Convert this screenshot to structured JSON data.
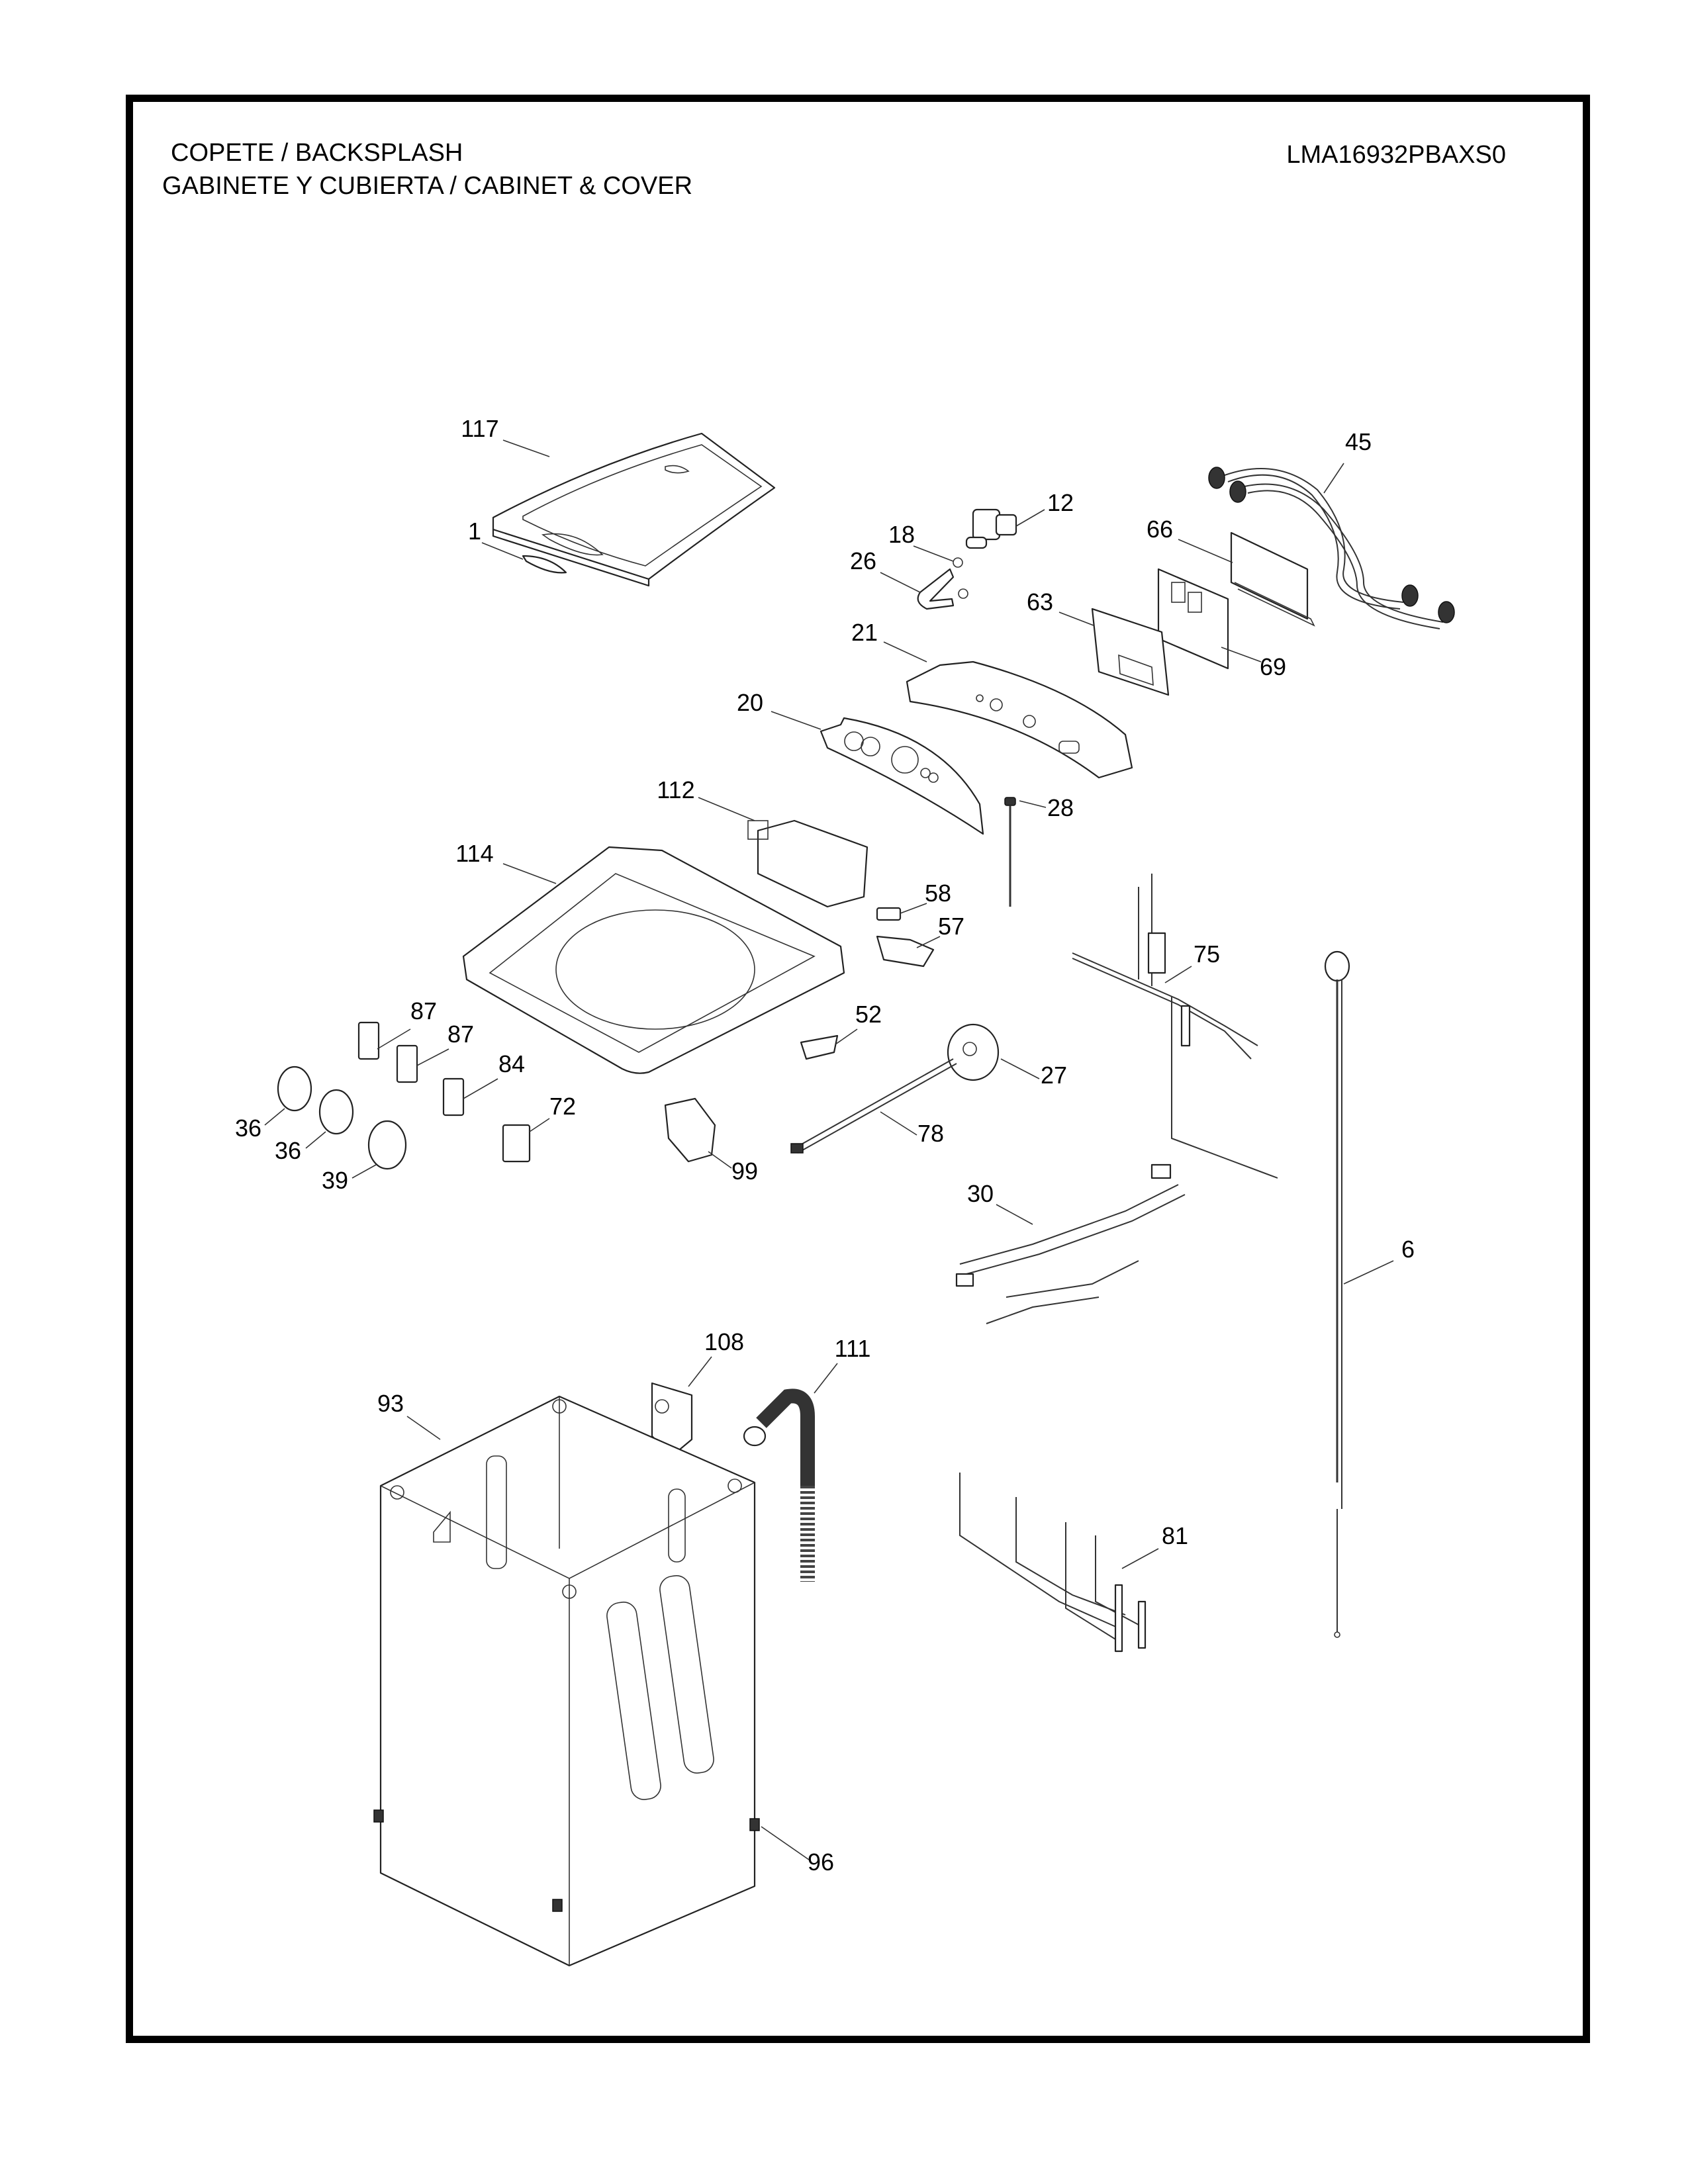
{
  "header": {
    "title_line1": "COPETE / BACKSPLASH",
    "title_line2": "GABINETE Y CUBIERTA / CABINET & COVER",
    "model_number": "LMA16932PBAXS0"
  },
  "callouts": [
    {
      "id": "c117",
      "label": "117",
      "part": "lid"
    },
    {
      "id": "c1",
      "label": "1",
      "part": "lid-badge"
    },
    {
      "id": "c45",
      "label": "45",
      "part": "inlet-hoses"
    },
    {
      "id": "c12",
      "label": "12",
      "part": "water-valve"
    },
    {
      "id": "c18",
      "label": "18",
      "part": "hose-clamp"
    },
    {
      "id": "c26",
      "label": "26",
      "part": "valve-hose"
    },
    {
      "id": "c66",
      "label": "66",
      "part": "control-bracket"
    },
    {
      "id": "c63",
      "label": "63",
      "part": "control-housing"
    },
    {
      "id": "c21",
      "label": "21",
      "part": "backsplash"
    },
    {
      "id": "c69",
      "label": "69",
      "part": "control-board"
    },
    {
      "id": "c20",
      "label": "20",
      "part": "control-panel-overlay"
    },
    {
      "id": "c28",
      "label": "28",
      "part": "lid-switch-connector"
    },
    {
      "id": "c112",
      "label": "112",
      "part": "dispenser-assembly"
    },
    {
      "id": "c114",
      "label": "114",
      "part": "top-cover"
    },
    {
      "id": "c58",
      "label": "58",
      "part": "lid-switch"
    },
    {
      "id": "c57",
      "label": "57",
      "part": "switch-holder"
    },
    {
      "id": "c75",
      "label": "75",
      "part": "wire-harness-upper"
    },
    {
      "id": "c87a",
      "label": "87",
      "part": "selector-switch"
    },
    {
      "id": "c87b",
      "label": "87",
      "part": "selector-switch"
    },
    {
      "id": "c52",
      "label": "52",
      "part": "lid-strike"
    },
    {
      "id": "c84",
      "label": "84",
      "part": "selector-switch"
    },
    {
      "id": "c27",
      "label": "27",
      "part": "pressure-switch"
    },
    {
      "id": "c72",
      "label": "72",
      "part": "push-button-board"
    },
    {
      "id": "c36a",
      "label": "36",
      "part": "knob"
    },
    {
      "id": "c78",
      "label": "78",
      "part": "wire-harness-pressure"
    },
    {
      "id": "c36b",
      "label": "36",
      "part": "knob"
    },
    {
      "id": "c39",
      "label": "39",
      "part": "knob-main"
    },
    {
      "id": "c99",
      "label": "99",
      "part": "terminal-block"
    },
    {
      "id": "c30",
      "label": "30",
      "part": "wire-harness-middle"
    },
    {
      "id": "c6",
      "label": "6",
      "part": "power-cord"
    },
    {
      "id": "c108",
      "label": "108",
      "part": "drain-hose-bracket"
    },
    {
      "id": "c111",
      "label": "111",
      "part": "drain-hose"
    },
    {
      "id": "c93",
      "label": "93",
      "part": "cabinet"
    },
    {
      "id": "c81",
      "label": "81",
      "part": "wire-harness-lower"
    },
    {
      "id": "c96",
      "label": "96",
      "part": "leveling-leg"
    }
  ]
}
